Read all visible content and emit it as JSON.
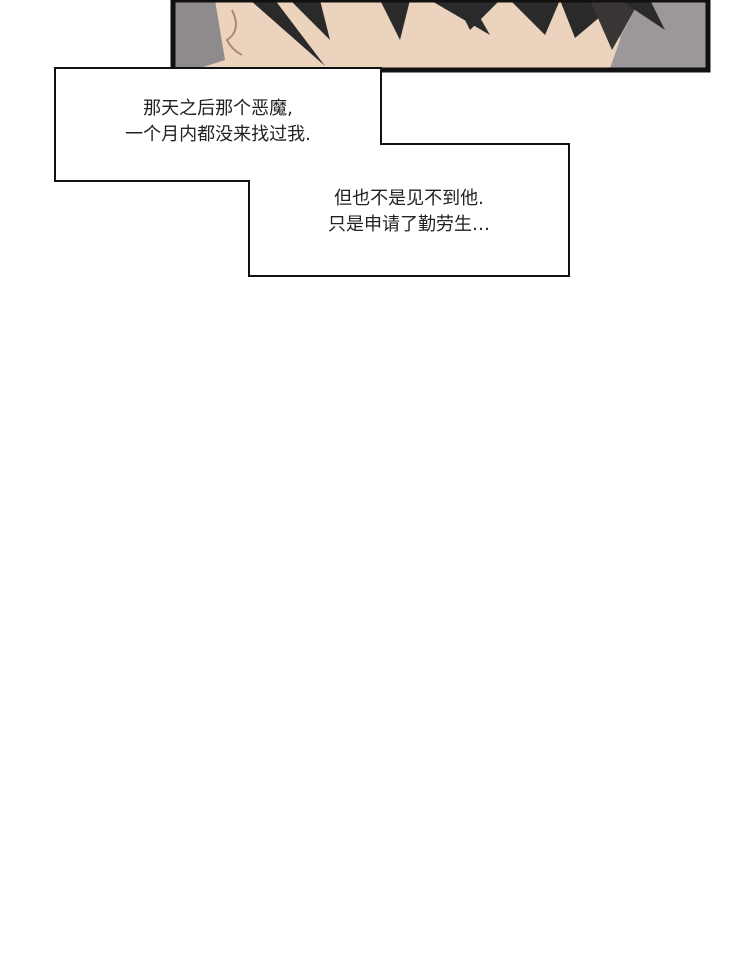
{
  "captions": [
    {
      "lines": [
        "那天之后那个恶魔,",
        "一个月内都没来找过我."
      ]
    },
    {
      "lines": [
        "但也不是见不到他.",
        "只是申请了勤劳生…"
      ]
    }
  ],
  "colors": {
    "skin": "#ecd3bd",
    "hair": "#2a2a2a",
    "shade": "#a9a3a6",
    "border": "#111111"
  }
}
